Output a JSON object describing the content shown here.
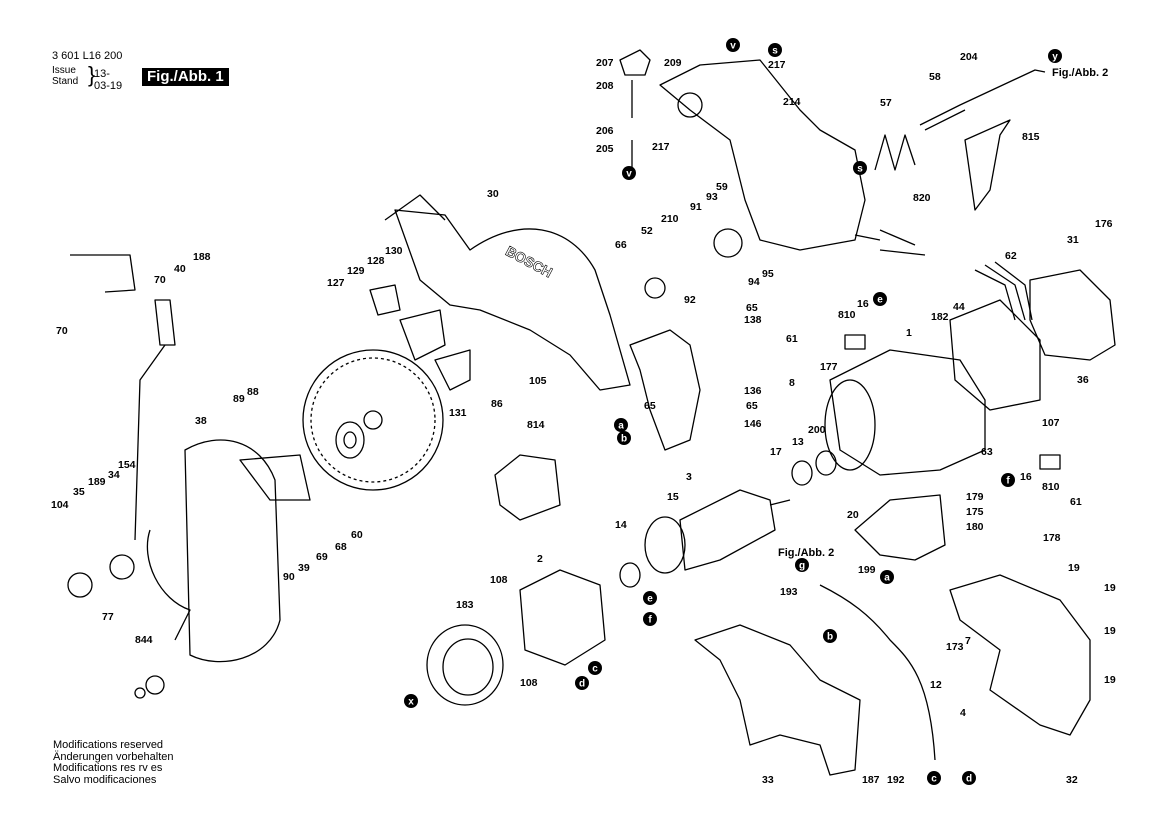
{
  "header": {
    "part_number": "3 601 L16 200",
    "issue_label": "Issue",
    "stand_label": "Stand",
    "date": "13-03-19",
    "figure_label": "Fig./Abb. 1"
  },
  "notes": [
    "Modifications reserved",
    "Änderungen vorbehalten",
    "Modifications res rv es",
    "Salvo modificaciones"
  ],
  "cross_ref_label": "Fig./Abb. 2",
  "brand_text": "BOSCH",
  "part_labels": [
    "1",
    "2",
    "3",
    "4",
    "7",
    "8",
    "12",
    "13",
    "14",
    "15",
    "16",
    "17",
    "19",
    "20",
    "30",
    "31",
    "32",
    "33",
    "34",
    "35",
    "36",
    "38",
    "39",
    "40",
    "44",
    "52",
    "57",
    "58",
    "59",
    "60",
    "61",
    "62",
    "63",
    "65",
    "66",
    "68",
    "69",
    "70",
    "77",
    "86",
    "88",
    "89",
    "90",
    "91",
    "92",
    "93",
    "94",
    "95",
    "104",
    "105",
    "107",
    "108",
    "127",
    "128",
    "129",
    "130",
    "131",
    "136",
    "138",
    "146",
    "154",
    "173",
    "175",
    "176",
    "177",
    "178",
    "179",
    "180",
    "182",
    "183",
    "187",
    "188",
    "189",
    "192",
    "193",
    "199",
    "200",
    "204",
    "205",
    "206",
    "207",
    "208",
    "209",
    "210",
    "214",
    "217",
    "810",
    "814",
    "815",
    "820",
    "844"
  ],
  "connector_markers": [
    "a",
    "b",
    "c",
    "d",
    "e",
    "f",
    "g",
    "s",
    "v",
    "x",
    "y"
  ]
}
